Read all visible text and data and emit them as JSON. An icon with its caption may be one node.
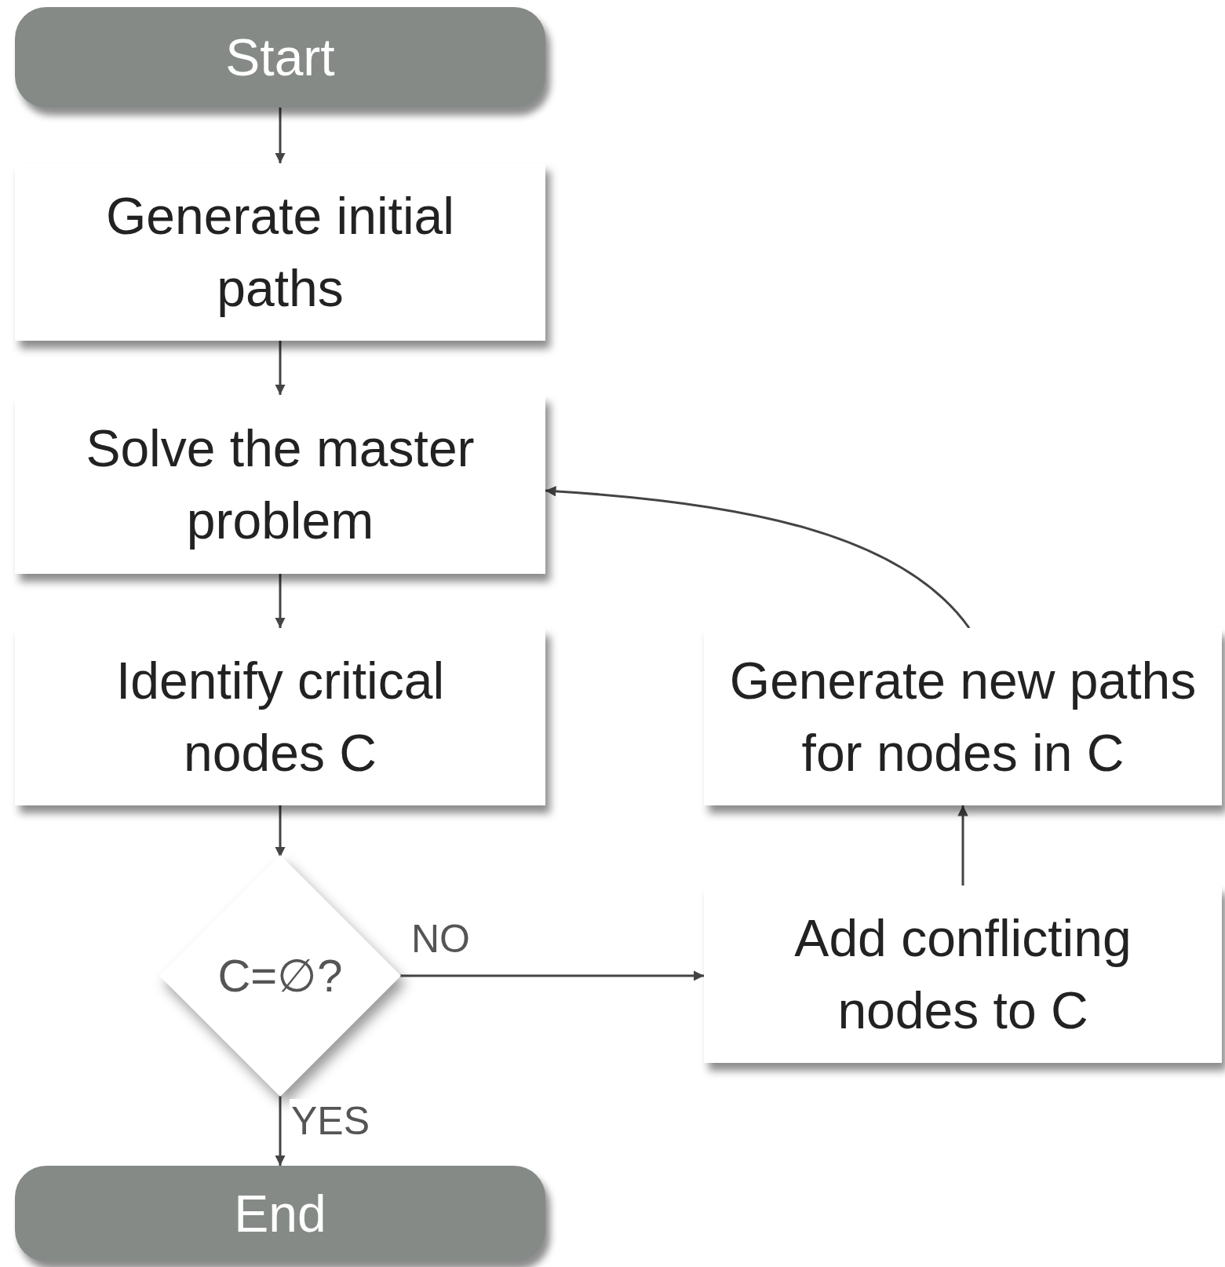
{
  "diagram": {
    "nodes": [
      {
        "text": [
          "Start"
        ]
      },
      {
        "text": [
          "Generate initial paths"
        ]
      },
      {
        "text": [
          "Solve the master problem"
        ]
      },
      {
        "text": [
          "Identify critical nodes C"
        ]
      },
      {
        "text": [
          "Generate new paths for nodes in C"
        ]
      },
      {
        "text": [
          "C=∅?"
        ]
      },
      {
        "text": [
          "Add conflicting nodes to C"
        ]
      },
      {
        "text": [
          "End"
        ]
      }
    ],
    "edges": [
      {
        "from": 0,
        "to": 1,
        "arrow": "to"
      },
      {
        "from": 1,
        "to": 2,
        "arrow": "to"
      },
      {
        "from": 2,
        "to": 3,
        "arrow": "to"
      },
      {
        "from": 3,
        "to": 5,
        "arrow": "to"
      },
      {
        "from": 5,
        "to": 7,
        "arrow": "to",
        "label": "YES"
      },
      {
        "from": 5,
        "to": 6,
        "arrow": "to",
        "label": "NO"
      },
      {
        "from": 6,
        "to": 4,
        "arrow": "to"
      },
      {
        "from": 4,
        "to": 2,
        "arrow": "to"
      }
    ]
  }
}
